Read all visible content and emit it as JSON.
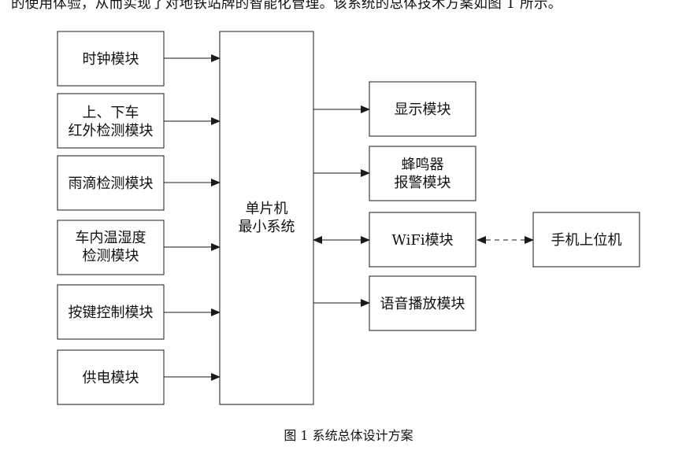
{
  "top_text": "的使用体验，从而实现了对地铁站牌的智能化管理。该系统的总体技术方案如图 1 所示。",
  "caption": "图 1  系统总体设计方案",
  "nodes": {
    "clock": [
      "时钟模块"
    ],
    "infrared": [
      "上、下车",
      "红外检测模块"
    ],
    "rain": [
      "雨滴检测模块"
    ],
    "temp": [
      "车内温湿度",
      "检测模块"
    ],
    "keys": [
      "按键控制模块"
    ],
    "power": [
      "供电模块"
    ],
    "mcu": [
      "单片机",
      "最小系统"
    ],
    "display": [
      "显示模块"
    ],
    "buzzer": [
      "蜂鸣器",
      "报警模块"
    ],
    "wifi": [
      "WiFi模块"
    ],
    "voice": [
      "语音播放模块"
    ],
    "phone": [
      "手机上位机"
    ]
  }
}
